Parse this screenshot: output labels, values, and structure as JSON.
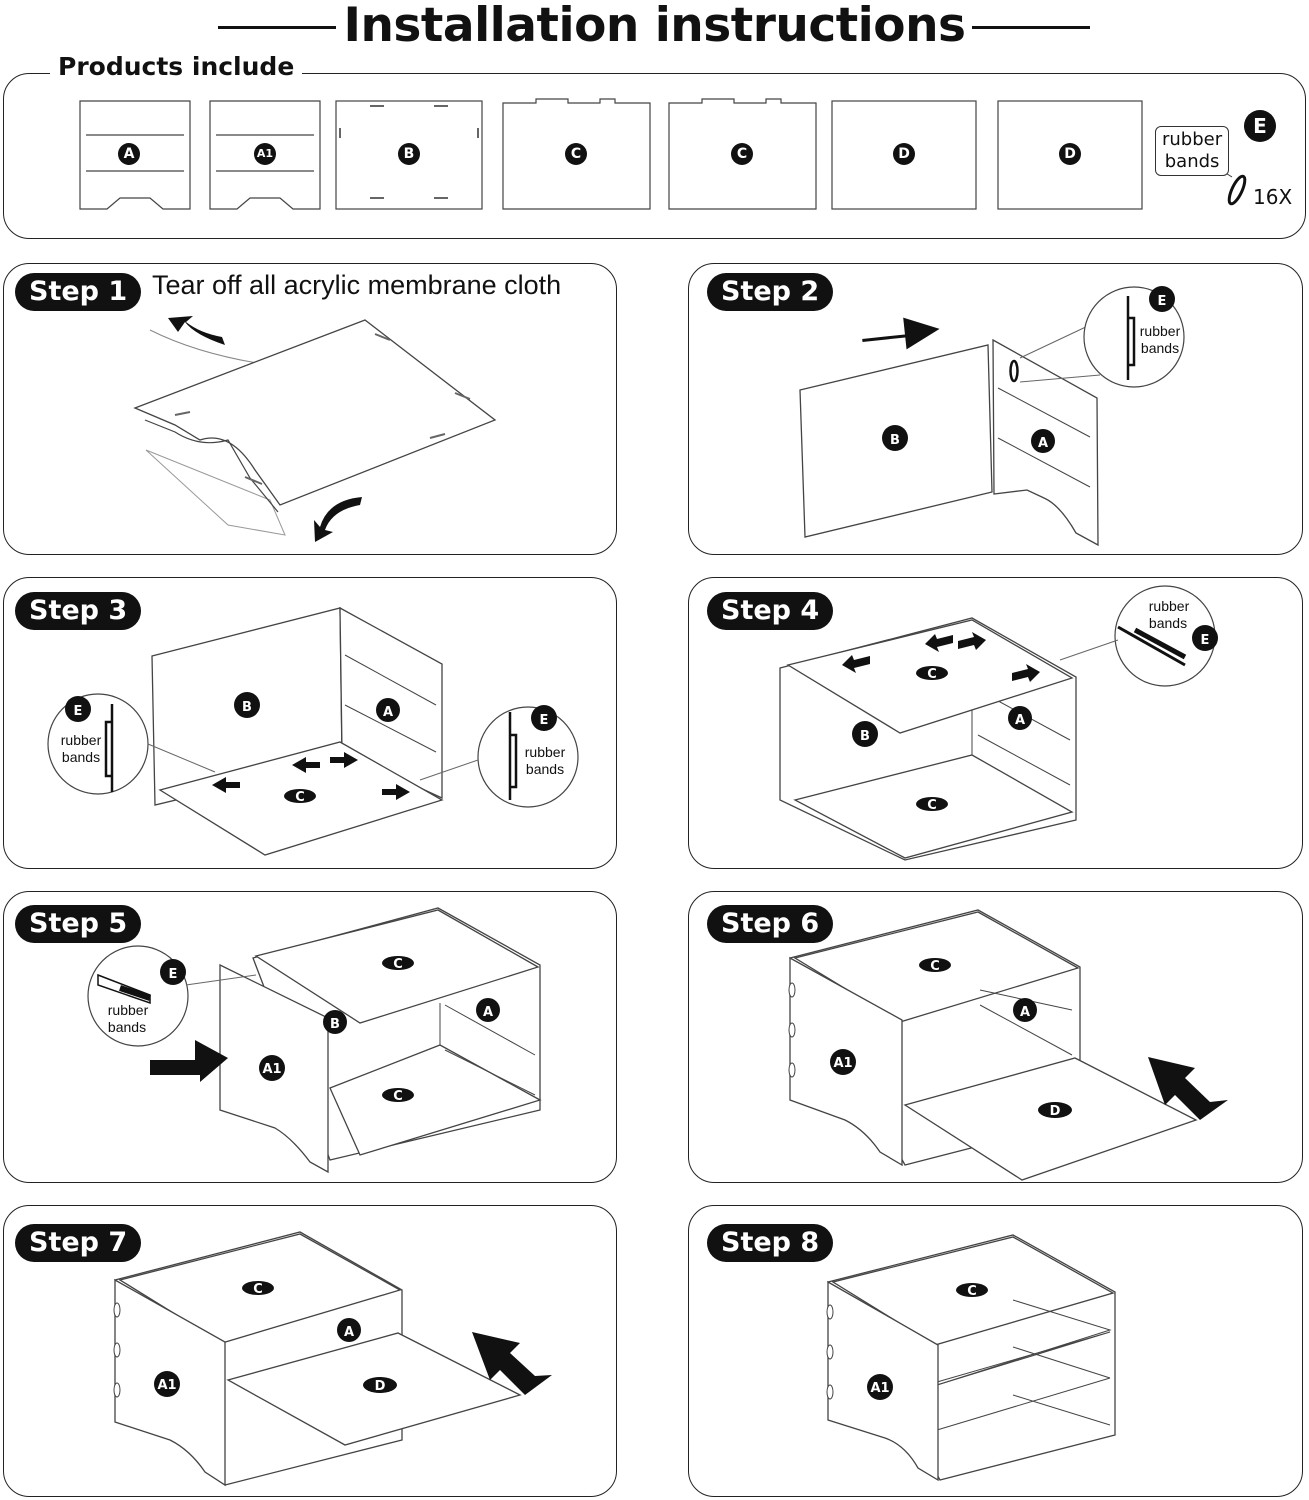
{
  "title": "Installation instructions",
  "products": {
    "label": "Products include",
    "parts": [
      "A",
      "A1",
      "B",
      "C",
      "C",
      "D",
      "D"
    ],
    "extra_badge": "E",
    "rubber_label_line1": "rubber",
    "rubber_label_line2": "bands",
    "count": "16X"
  },
  "steps": [
    {
      "label": "Step 1",
      "caption": "Tear off all acrylic membrane cloth"
    },
    {
      "label": "Step 2"
    },
    {
      "label": "Step 3"
    },
    {
      "label": "Step 4"
    },
    {
      "label": "Step 5"
    },
    {
      "label": "Step 6"
    },
    {
      "label": "Step 7"
    },
    {
      "label": "Step 8"
    }
  ],
  "callout": {
    "badge": "E",
    "line1": "rubber",
    "line2": "bands"
  },
  "letters": {
    "A": "A",
    "A1": "A1",
    "B": "B",
    "C": "C",
    "D": "D"
  }
}
